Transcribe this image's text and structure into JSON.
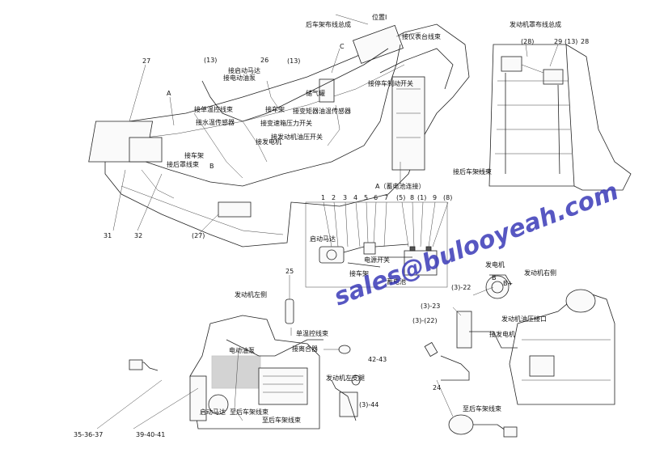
{
  "watermark": "sales@bulooyeah.com",
  "views": {
    "frame_top": {
      "title_rear_harness": "后车架布线总成",
      "pos1": "位置Ⅰ",
      "to_dash": "接仪表台线束",
      "c_mark": "C",
      "n13a": "(13)",
      "n26": "26",
      "n13b": "(13)",
      "n27": "27",
      "a_mark": "A",
      "to_starter": "接启动马达",
      "to_elec_pump": "接电动油泵",
      "air_tank": "储气罐",
      "to_park_brake": "接停车制动开关",
      "to_single_temp": "接单温控线束",
      "to_frame": "接车架",
      "to_water_temp": "接水温传感器",
      "to_conv_oil_temp": "接变矩器油温传感器",
      "to_gear_press": "接变速箱压力开关",
      "to_generator": "接发电机",
      "to_eng_oil_press": "接发动机油压开关",
      "to_frame2": "接车架",
      "to_rear_hood": "接后罩线束",
      "b_mark": "B",
      "n31": "31",
      "n32": "32",
      "n27b": "(27)"
    },
    "hood": {
      "title": "发动机罩布线总成",
      "n28a": "(28)",
      "n29": "29",
      "n13": "(13)",
      "n28b": "28",
      "to_rear_frame": "接后车架线束"
    },
    "battery": {
      "title": "A（蓄电池连接）",
      "nums": [
        "1",
        "2",
        "3",
        "4",
        "5",
        "6",
        "7",
        "(5)",
        "8",
        "(1)",
        "9",
        "(8)"
      ],
      "starter": "启动马达",
      "power_switch": "电源开关",
      "to_frame": "接车架",
      "battery": "蓄电池"
    },
    "left_engine": {
      "n25": "25",
      "title": "发动机左侧",
      "to_single_temp": "单温控线束",
      "elec_pump": "电动油泵",
      "to_clutch": "接离合器",
      "n4243": "42-43",
      "left_bracket": "发动机左支腿",
      "n344": "(3)-44",
      "starter": "启动马达",
      "to_rear_frame1": "至后车架线束",
      "to_rear_frame2": "至后车架线束",
      "n353637": "35-36-37",
      "n394041": "39-40-41"
    },
    "right_engine": {
      "generator": "发电机",
      "right_title": "发动机右侧",
      "b": "B",
      "bplus": "B+",
      "n322a": "(3)-22",
      "n323": "(3)-23",
      "n322b": "(3)-(22)",
      "oil_port": "发动机油压接口",
      "to_generator": "接发电机",
      "n24": "24",
      "to_rear_frame": "至后车架线束"
    }
  },
  "colors": {
    "line": "#222222",
    "watermark": "#3a3ab8"
  }
}
